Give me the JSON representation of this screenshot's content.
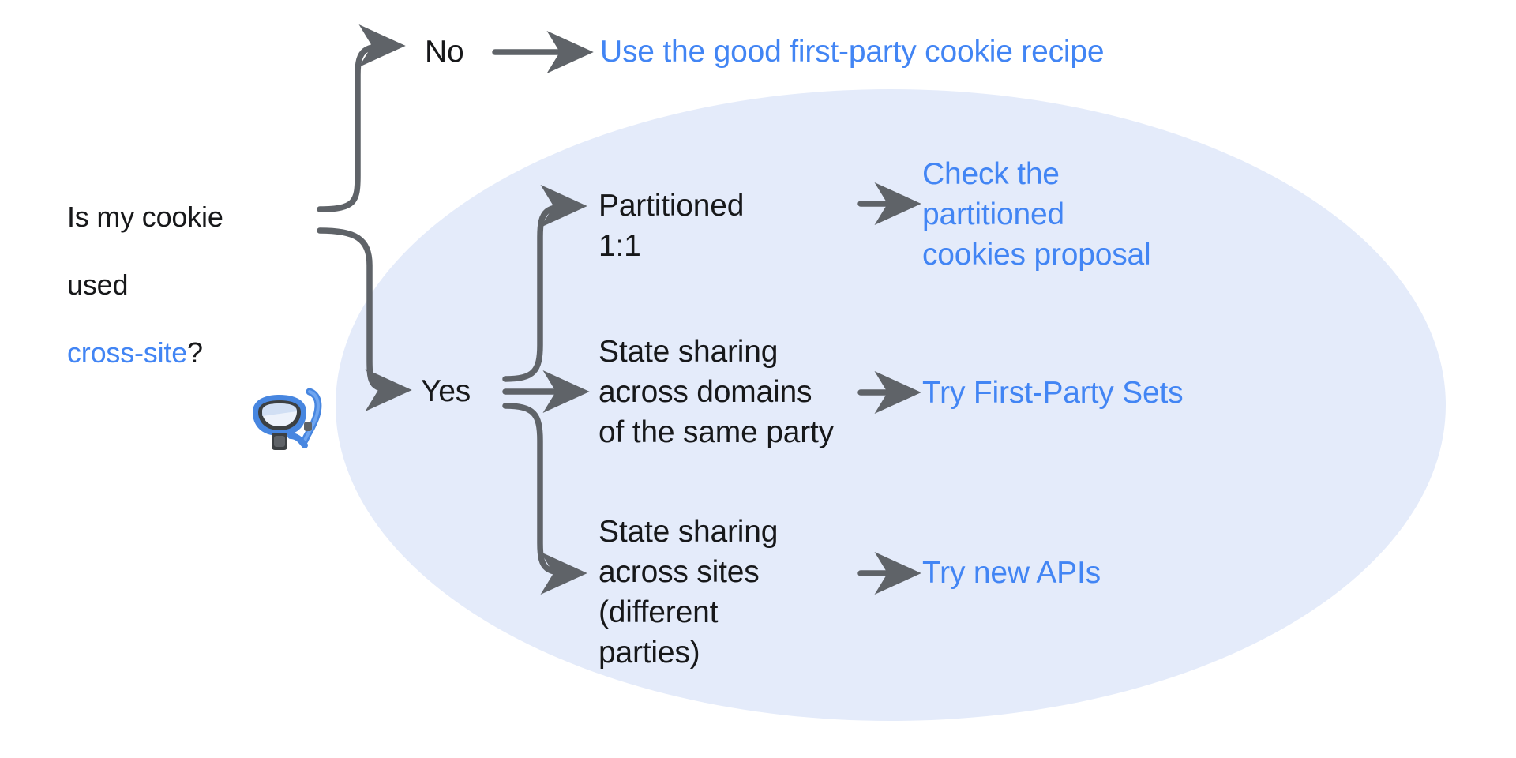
{
  "diagram": {
    "type": "decision-flowchart",
    "title": "Is my cookie used cross-site?",
    "colors": {
      "link_blue": "#4285F4",
      "text_dark": "#17181a",
      "arrow_gray": "#5F6368",
      "highlight_ellipse": "#E4EBFA",
      "background": "#FFFFFF"
    },
    "question": {
      "line1": "Is my cookie",
      "line2": "used",
      "link": "cross-site",
      "tail": "?"
    },
    "branches": [
      {
        "id": "no",
        "label": "No",
        "outcome": "Use the good first-party cookie recipe",
        "outcome_is_link": true,
        "inside_highlight": false
      },
      {
        "id": "yes",
        "label": "Yes",
        "inside_highlight": true,
        "cases": [
          {
            "id": "partitioned",
            "label": "Partitioned\n1:1",
            "outcome": "Check the\npartitioned\ncookies proposal",
            "outcome_is_link": true
          },
          {
            "id": "state-sharing-domains",
            "label": "State sharing\nacross domains\nof the same party",
            "outcome": "Try First-Party Sets",
            "outcome_is_link": true
          },
          {
            "id": "state-sharing-sites",
            "label": "State sharing\nacross sites\n(different\nparties)",
            "outcome": "Try new APIs",
            "outcome_is_link": true
          }
        ]
      }
    ],
    "decoration": {
      "emoji_name": "diving-mask-emoji",
      "emoji_glyph": "🤿"
    }
  }
}
